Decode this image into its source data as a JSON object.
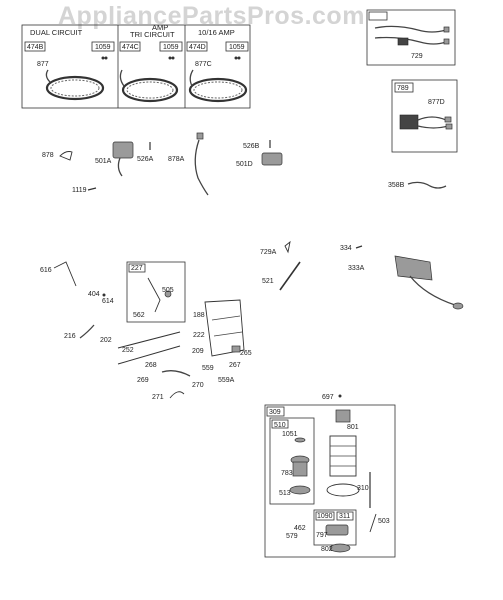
{
  "watermark": "AppliancePartsPros.com",
  "panel_headers": {
    "dual_circuit": "DUAL CIRCUIT",
    "tri_circuit_top": "AMP",
    "tri_circuit_bottom": "TRI CIRCUIT",
    "amp_10_16": "10/16 AMP"
  },
  "labels": {
    "474B": "474B",
    "1059a": "1059",
    "474C": "474C",
    "1059b": "1059",
    "474D": "474D",
    "1059c": "1059",
    "877": "877",
    "877C": "877C",
    "729": "729",
    "789": "789",
    "877D": "877D",
    "878": "878",
    "501A": "501A",
    "526A": "526A",
    "878A": "878A",
    "526B": "526B",
    "501D": "501D",
    "1119": "1119",
    "358B": "358B",
    "729A": "729A",
    "334": "334",
    "333A": "333A",
    "521": "521",
    "616": "616",
    "227": "227",
    "505": "505",
    "404": "404",
    "614": "614",
    "562": "562",
    "188": "188",
    "216": "216",
    "202": "202",
    "222": "222",
    "252": "252",
    "209": "209",
    "265": "265",
    "268": "268",
    "559": "559",
    "267": "267",
    "269": "269",
    "270": "270",
    "559A": "559A",
    "271": "271",
    "697": "697",
    "309": "309",
    "510": "510",
    "801": "801",
    "1051": "1051",
    "783": "783",
    "513": "513",
    "310": "310",
    "1090": "1090",
    "311": "311",
    "503": "503",
    "797": "797",
    "462": "462",
    "579": "579",
    "802": "802"
  }
}
